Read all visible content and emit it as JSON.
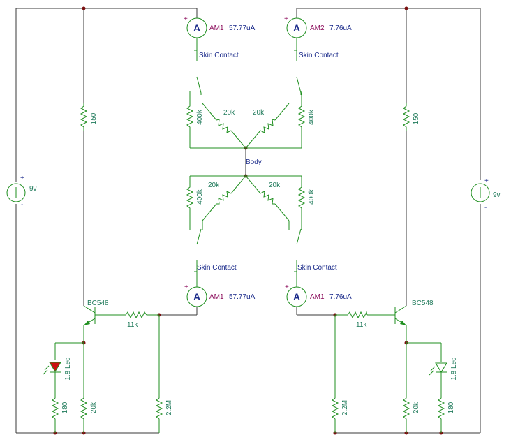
{
  "ammeters": [
    {
      "id": "AM1",
      "reading": "57.77uA"
    },
    {
      "id": "AM2",
      "reading": "7.76uA"
    },
    {
      "id": "AM1",
      "reading": "57.77uA"
    },
    {
      "id": "AM1",
      "reading": "7.76uA"
    }
  ],
  "labels": {
    "skin_contact": "Skin Contact",
    "body": "Body",
    "r150": "150",
    "r400k": "400k",
    "r20k": "20k",
    "r11k": "11k",
    "r2m2": "2.2M",
    "r180": "180",
    "led": "1.8 Led",
    "transistor": "BC548",
    "supply": "9v",
    "plus": "+",
    "minus": "-",
    "meter": "A"
  },
  "colors": {
    "wire": "#1f8f1f",
    "label": "#1f7a5a",
    "text_navy": "#1a2a8a",
    "text_magenta": "#8a0a5a",
    "led_red": "#cc1111"
  }
}
